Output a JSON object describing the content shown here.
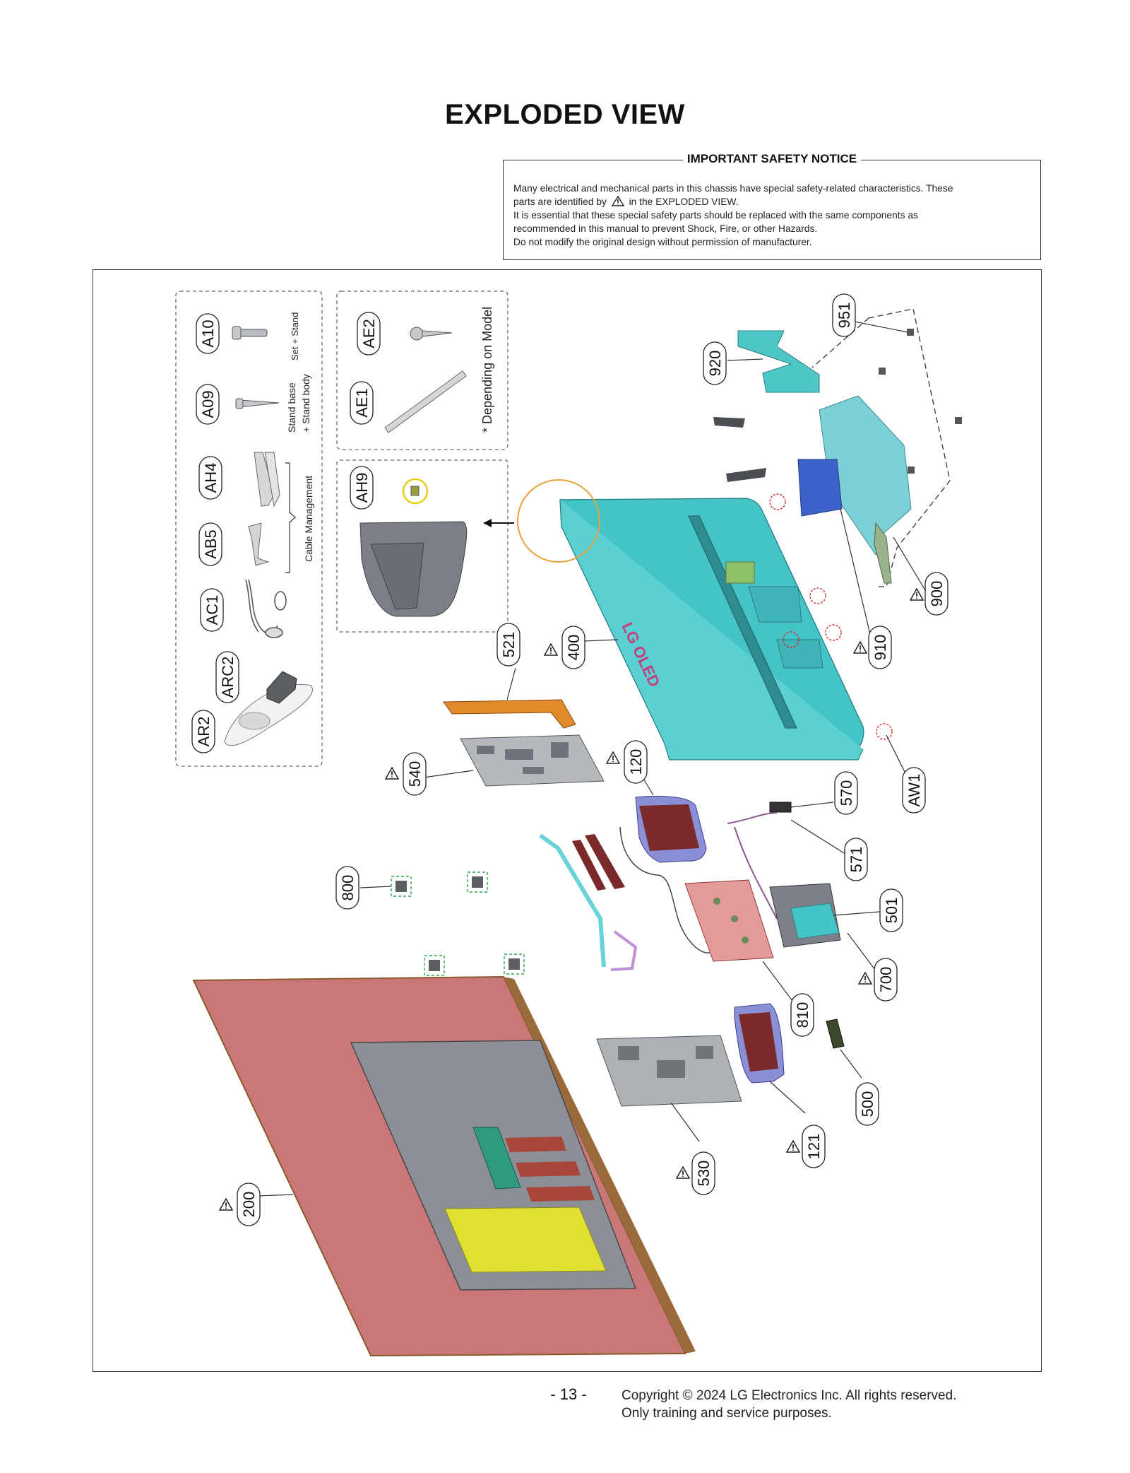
{
  "page": {
    "title": "EXPLODED VIEW",
    "page_number": "- 13 -",
    "copyright_line1": "Copyright © 2024 LG Electronics Inc. All rights reserved.",
    "copyright_line2": "Only training and service purposes."
  },
  "notice": {
    "title": "IMPORTANT SAFETY NOTICE",
    "line1": "Many electrical and mechanical parts in this chassis have special safety-related characteristics. These",
    "line2a": "parts are identified by",
    "line2b": "in the EXPLODED VIEW.",
    "line3": "It is essential that these special safety parts should be replaced with the same components as",
    "line4": "recommended in this manual to prevent Shock, Fire, or other Hazards.",
    "line5": "Do not modify the original design without permission of manufacturer."
  },
  "accessory_notes": {
    "set_stand": "Set + Stand",
    "stand_base": "Stand base",
    "stand_body": "+ Stand body",
    "cable_management": "Cable Management",
    "depending_on_model": "* Depending on Model"
  },
  "part_labels": {
    "A10": "A10",
    "A09": "A09",
    "AH4": "AH4",
    "AB5": "AB5",
    "AC1": "AC1",
    "ARC2": "ARC2",
    "AR2": "AR2",
    "AE2": "AE2",
    "AE1": "AE1",
    "AH9": "AH9",
    "p951": "951",
    "p920": "920",
    "p900": "900",
    "p910": "910",
    "p400": "400",
    "p521": "521",
    "p540": "540",
    "p120": "120",
    "p570": "570",
    "AW1": "AW1",
    "p571": "571",
    "p501": "501",
    "p700": "700",
    "p800": "800",
    "p810": "810",
    "p500": "500",
    "p121": "121",
    "p530": "530",
    "p200": "200"
  },
  "product_logo": "LG OLED",
  "colors": {
    "rear_cover": "#45c4c8",
    "panel": "#c97777",
    "panel_edge": "#8a5a2a",
    "callout_circle": "#e8a23a",
    "screw_highlight": "#e6cf1a",
    "pcb": "#9aa0a6",
    "speaker_red": "#7a2a2a",
    "speaker_blue": "#8a8fd8",
    "power_board": "#e59a9a",
    "cable_guide": "#e08a2a",
    "yellow_plate": "#e0e033"
  }
}
